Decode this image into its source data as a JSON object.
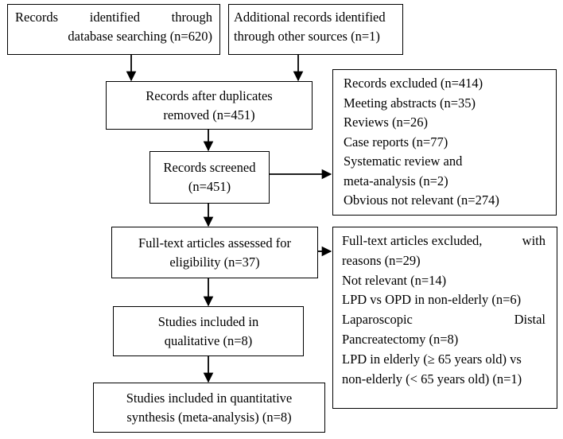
{
  "boxes": {
    "database": {
      "line1_left": "Records",
      "line1_mid": "identified",
      "line1_right": "through",
      "line2": "database searching (n=620)"
    },
    "other_sources": {
      "line1": "Additional records identified",
      "line2": "through other sources (n=1)"
    },
    "after_duplicates": {
      "line1": "Records after duplicates",
      "line2": "removed (n=451)"
    },
    "screened": {
      "line1": "Records screened",
      "line2": "(n=451)"
    },
    "excluded": {
      "items": [
        "Records excluded (n=414)",
        "Meeting abstracts (n=35)",
        "Reviews (n=26)",
        "Case reports (n=77)",
        "Systematic review and",
        "meta-analysis (n=2)",
        "Obvious not relevant (n=274)"
      ]
    },
    "fulltext": {
      "line1": "Full-text articles assessed for",
      "line2": "eligibility (n=37)"
    },
    "fulltext_excluded": {
      "line1_left": "Full-text articles excluded,",
      "line1_right": "with",
      "line2": "reasons (n=29)",
      "line3": "Not relevant (n=14)",
      "line4": "LPD vs OPD in non-elderly (n=6)",
      "line5_left": "Laparoscopic",
      "line5_right": "Distal",
      "line6": "Pancreatectomy (n=8)",
      "line7": "LPD in elderly (≥ 65 years old) vs",
      "line8": "non-elderly (< 65 years old) (n=1)"
    },
    "qualitative": {
      "line1": "Studies included in",
      "line2": "qualitative (n=8)"
    },
    "quantitative": {
      "line1": "Studies included in quantitative",
      "line2": "synthesis (meta-analysis) (n=8)"
    }
  }
}
